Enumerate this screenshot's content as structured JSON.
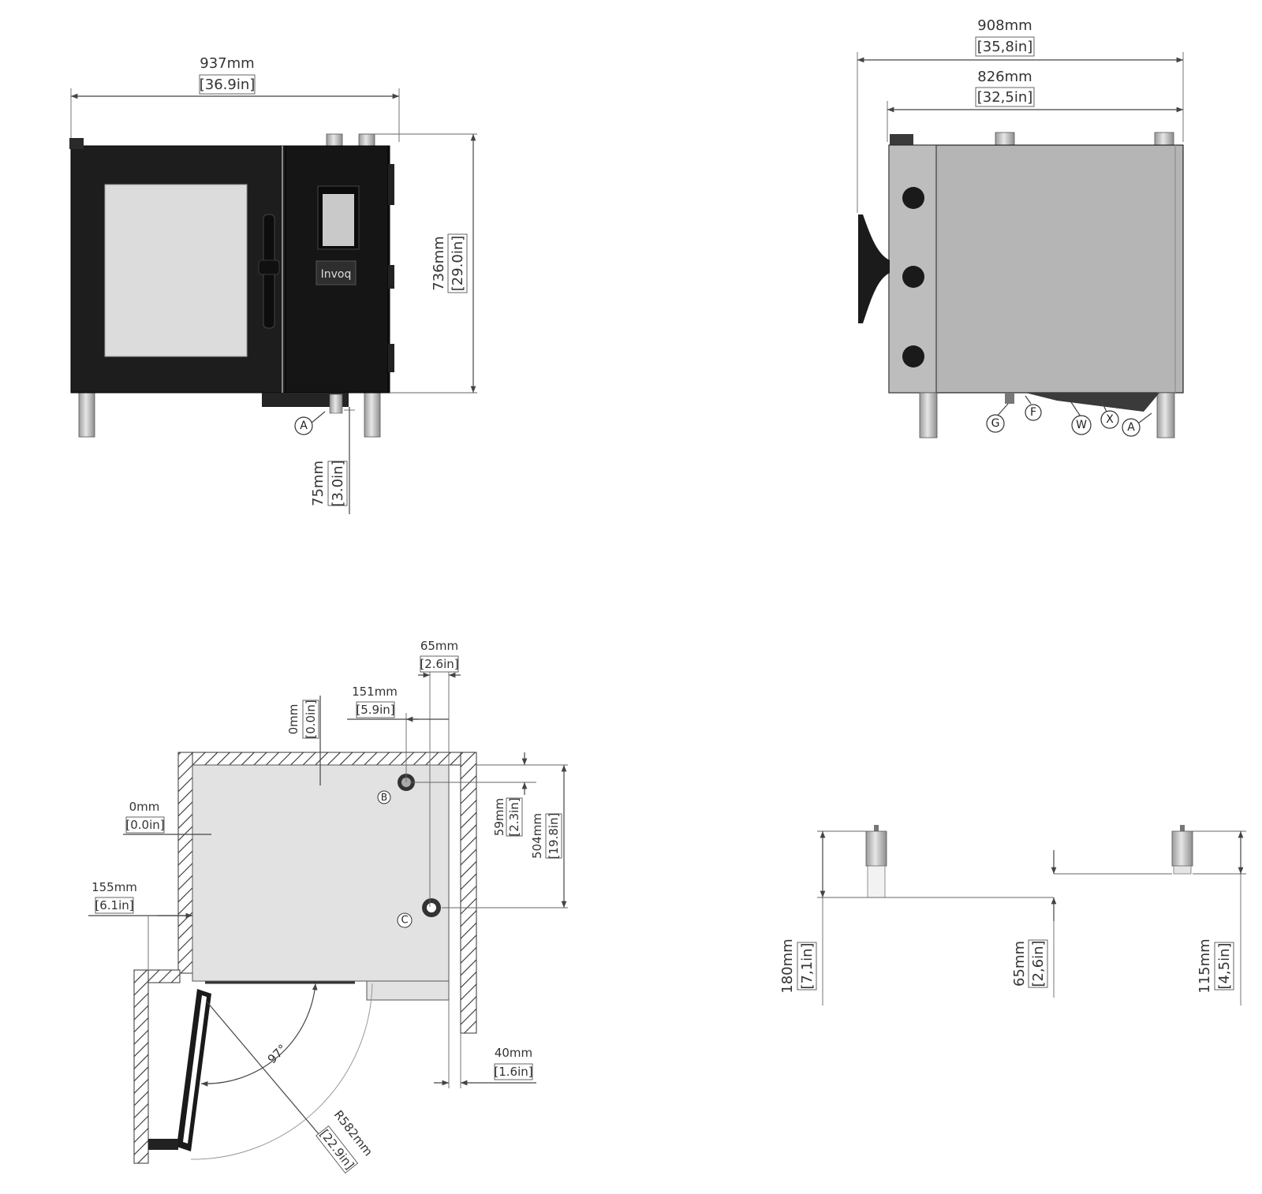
{
  "colors": {
    "oven_body": "#1d1d1d",
    "oven_glass": "#dcdcdc",
    "side_panel": "#b5b5b5",
    "floor_plan": "#e2e2e2",
    "line": "#444444"
  },
  "front_view": {
    "width_mm": "937mm",
    "width_in": "[36.9in]",
    "height_mm": "736mm",
    "height_in": "[29.0in]",
    "bottom_mm": "75mm",
    "bottom_in": "[3.0in]",
    "label_a": "A",
    "logo": "Invoq"
  },
  "side_view": {
    "overall_mm": "908mm",
    "overall_in": "[35,8in]",
    "body_mm": "826mm",
    "body_in": "[32,5in]",
    "labels": [
      "G",
      "F",
      "W",
      "X",
      "A"
    ]
  },
  "plan_view": {
    "d65_mm": "65mm",
    "d65_in": "[2.6in]",
    "d151_mm": "151mm",
    "d151_in": "[5.9in]",
    "d0top_mm": "0mm",
    "d0top_in": "[0.0in]",
    "d0left_mm": "0mm",
    "d0left_in": "[0.0in]",
    "d155_mm": "155mm",
    "d155_in": "[6.1in]",
    "d59_mm": "59mm",
    "d59_in": "[2.3in]",
    "d504_mm": "504mm",
    "d504_in": "[19.8in]",
    "d40_mm": "40mm",
    "d40_in": "[1.6in]",
    "angle": "97°",
    "radius_mm": "R582mm",
    "radius_in": "[22.9in]",
    "label_b": "B",
    "label_c": "C"
  },
  "legs_view": {
    "d180_mm": "180mm",
    "d180_in": "[7,1in]",
    "d65_mm": "65mm",
    "d65_in": "[2,6in]",
    "d115_mm": "115mm",
    "d115_in": "[4,5in]"
  }
}
